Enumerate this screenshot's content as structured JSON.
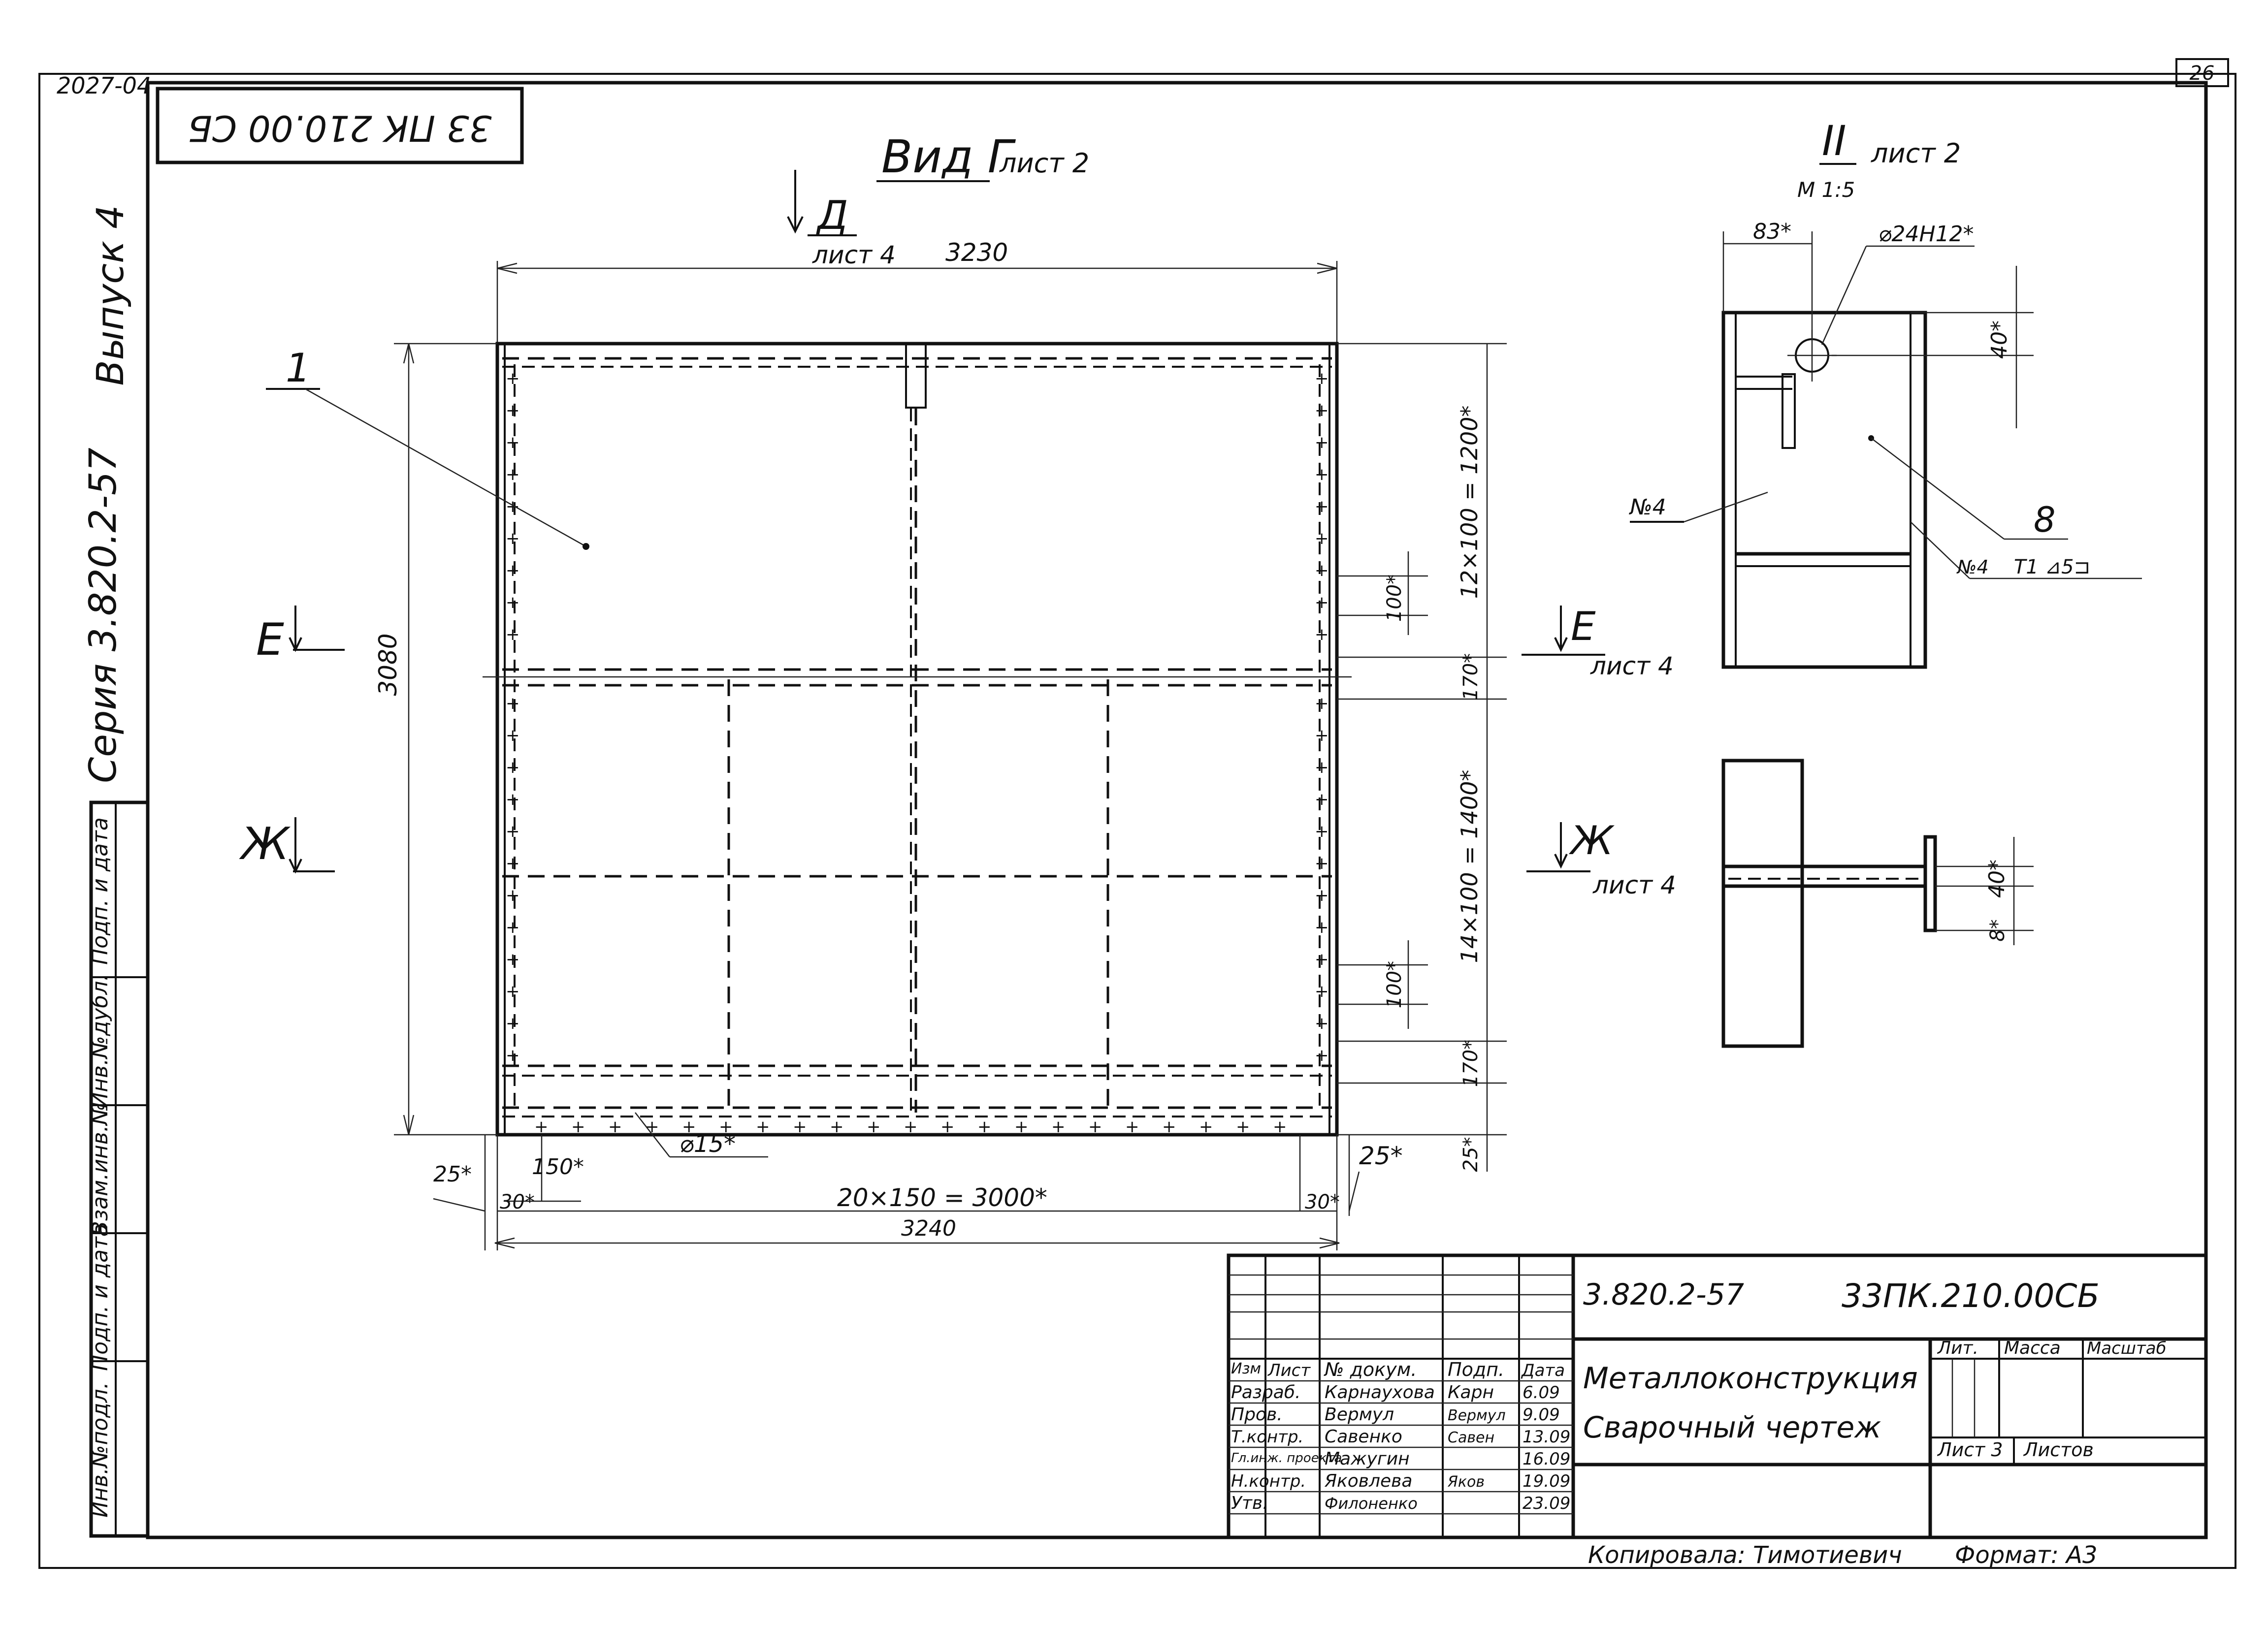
{
  "sheet_number": "26",
  "archive_number": "2027-04",
  "stamp_code": "33 ПК 210.00 СБ",
  "series_label": "Серия 3.820.2-57",
  "issue_label": "Выпуск 4",
  "side_columns": [
    "Инв.№подл.",
    "Подп. и дата",
    "Взам.инв.№",
    "Инв.№дубл.",
    "Подп. и дата"
  ],
  "view_main": {
    "title": "Вид Г",
    "title_ref": "лист 2",
    "section_top": "Д",
    "section_top_ref": "лист 4",
    "width_top": "3230",
    "height_left": "3080",
    "dim_r_top": "12×100 = 1200*",
    "dim_r_100": "100*",
    "dim_r_170": "170*",
    "dim_r_mid": "14×100 = 1400*",
    "dim_r_100b": "100*",
    "dim_r_170b": "170*",
    "dim_r_25": "25*",
    "section_e": "Е",
    "section_e_ref": "лист 4",
    "section_zh": "Ж",
    "section_zh_ref": "лист 4",
    "label_e_left": "Е",
    "label_zh_left": "Ж",
    "hole_dia": "⌀15*",
    "dim_25_left": "25*",
    "dim_150": "150*",
    "dim_30_left": "30*",
    "dim_bottom_pitch": "20×150 = 3000*",
    "dim_30_right": "30*",
    "dim_25_right": "25*",
    "width_bottom": "3240",
    "pos_1": "1"
  },
  "detail_II": {
    "title": "II",
    "title_ref": "лист 2",
    "scale": "М 1:5",
    "dim_83": "83*",
    "hole": "⌀24Н12*",
    "dim_40": "40*",
    "pos_8": "8",
    "weld_left": "№4",
    "weld_right": "№4",
    "weld_sym": "Т1 ⊿5⊐"
  },
  "detail_zh": {
    "dim_40": "40*",
    "dim_8": "8*"
  },
  "title_block": {
    "doc_series": "3.820.2-57",
    "doc_code": "33ПК.210.00СБ",
    "name_line1": "Металлоконструкция",
    "name_line2": "Сварочный чертеж",
    "head": {
      "izm": "Изм",
      "list": "Лист",
      "doc": "№ докум.",
      "sign": "Подп.",
      "date": "Дата"
    },
    "rows": [
      {
        "role": "Разраб.",
        "name": "Карнаухова",
        "sign": "Карн",
        "date": "6.09"
      },
      {
        "role": "Пров.",
        "name": "Вермул",
        "sign": "Вермул",
        "date": "9.09"
      },
      {
        "role": "Т.контр.",
        "name": "Савенко",
        "sign": "Савен",
        "date": "13.09"
      },
      {
        "role": "Гл.инж. проекта",
        "name": "Мажугин",
        "sign": "",
        "date": "16.09"
      },
      {
        "role": "Н.контр.",
        "name": "Яковлева",
        "sign": "Яков",
        "date": "19.09"
      },
      {
        "role": "Утв.",
        "name": "Филоненко",
        "sign": "",
        "date": "23.09"
      }
    ],
    "lit_label": "Лит.",
    "mass_label": "Масса",
    "scale_label": "Масштаб",
    "sheet_label": "Лист 3",
    "sheets_label": "Листов",
    "copied_by": "Копировала: Тимотиевич",
    "format": "Формат: А3"
  }
}
